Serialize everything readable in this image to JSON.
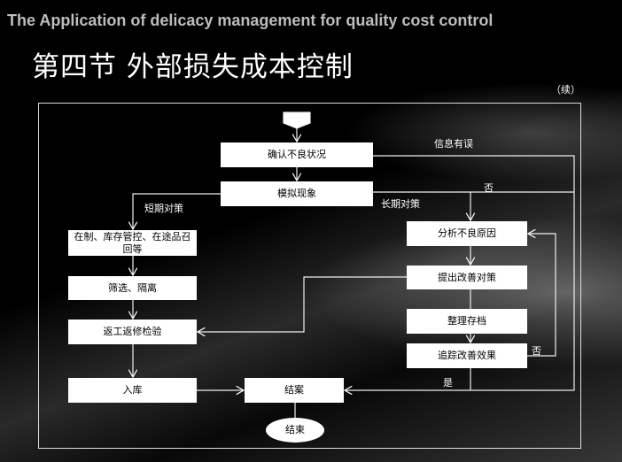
{
  "subtitle": "The Application of delicacy management for quality cost control",
  "title": "第四节  外部损失成本控制",
  "continued": "（续）",
  "nodes": {
    "confirm": "确认不良状况",
    "simulate": "模拟现象",
    "wip": "在制、库存管控、在途品召回等",
    "screen": "筛选、隔离",
    "rework": "返工返修检验",
    "storage": "入库",
    "close": "结案",
    "end": "结束",
    "analyze": "分析不良原因",
    "propose": "提出改善对策",
    "archive": "整理存档",
    "track": "追踪改善效果"
  },
  "labels": {
    "info_error": "信息有误",
    "no1": "否",
    "long_term": "长期对策",
    "short_term": "短期对策",
    "no2": "否",
    "yes": "是"
  }
}
